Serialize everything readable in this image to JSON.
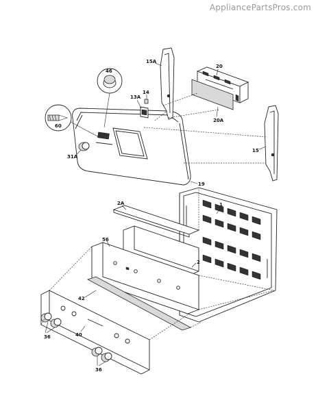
{
  "watermark": "AppliancePartsPros.com",
  "labels": {
    "p46": "46",
    "p15a": "15A",
    "p20": "20",
    "p14": "14",
    "p13a": "13A",
    "p60": "60",
    "p20a": "20A",
    "p31a": "31A",
    "p15": "15",
    "p19": "19",
    "p2a": "2A",
    "p1": "1",
    "p56": "56",
    "p2": "2",
    "p42": "42",
    "p36a": "36",
    "p40": "40",
    "p36b": "36"
  }
}
